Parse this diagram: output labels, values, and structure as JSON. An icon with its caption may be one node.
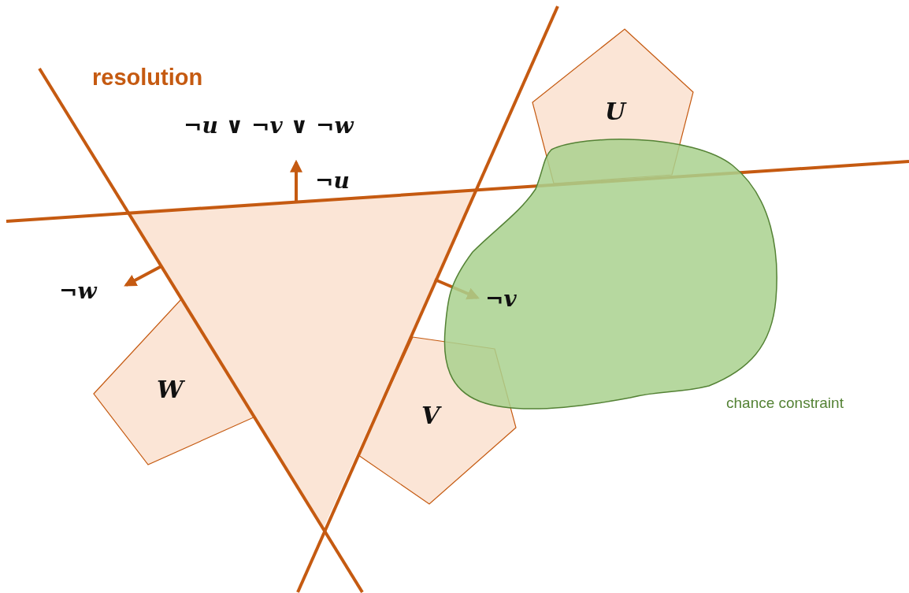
{
  "diagram": {
    "nodes": [
      {
        "text": [
          "U"
        ]
      },
      {
        "text": [],
        "shape": "triangle"
      },
      {
        "text": [
          "W"
        ]
      },
      {
        "text": [
          "V"
        ]
      },
      {
        "text": [],
        "shape": "cloud",
        "beside": [
          "chance constraint"
        ]
      }
    ],
    "labels": [
      "resolution",
      "¬*u* ∨ ¬*v* ∨ ¬*w*",
      "¬*u*",
      "¬*w*",
      "¬*v*"
    ]
  }
}
